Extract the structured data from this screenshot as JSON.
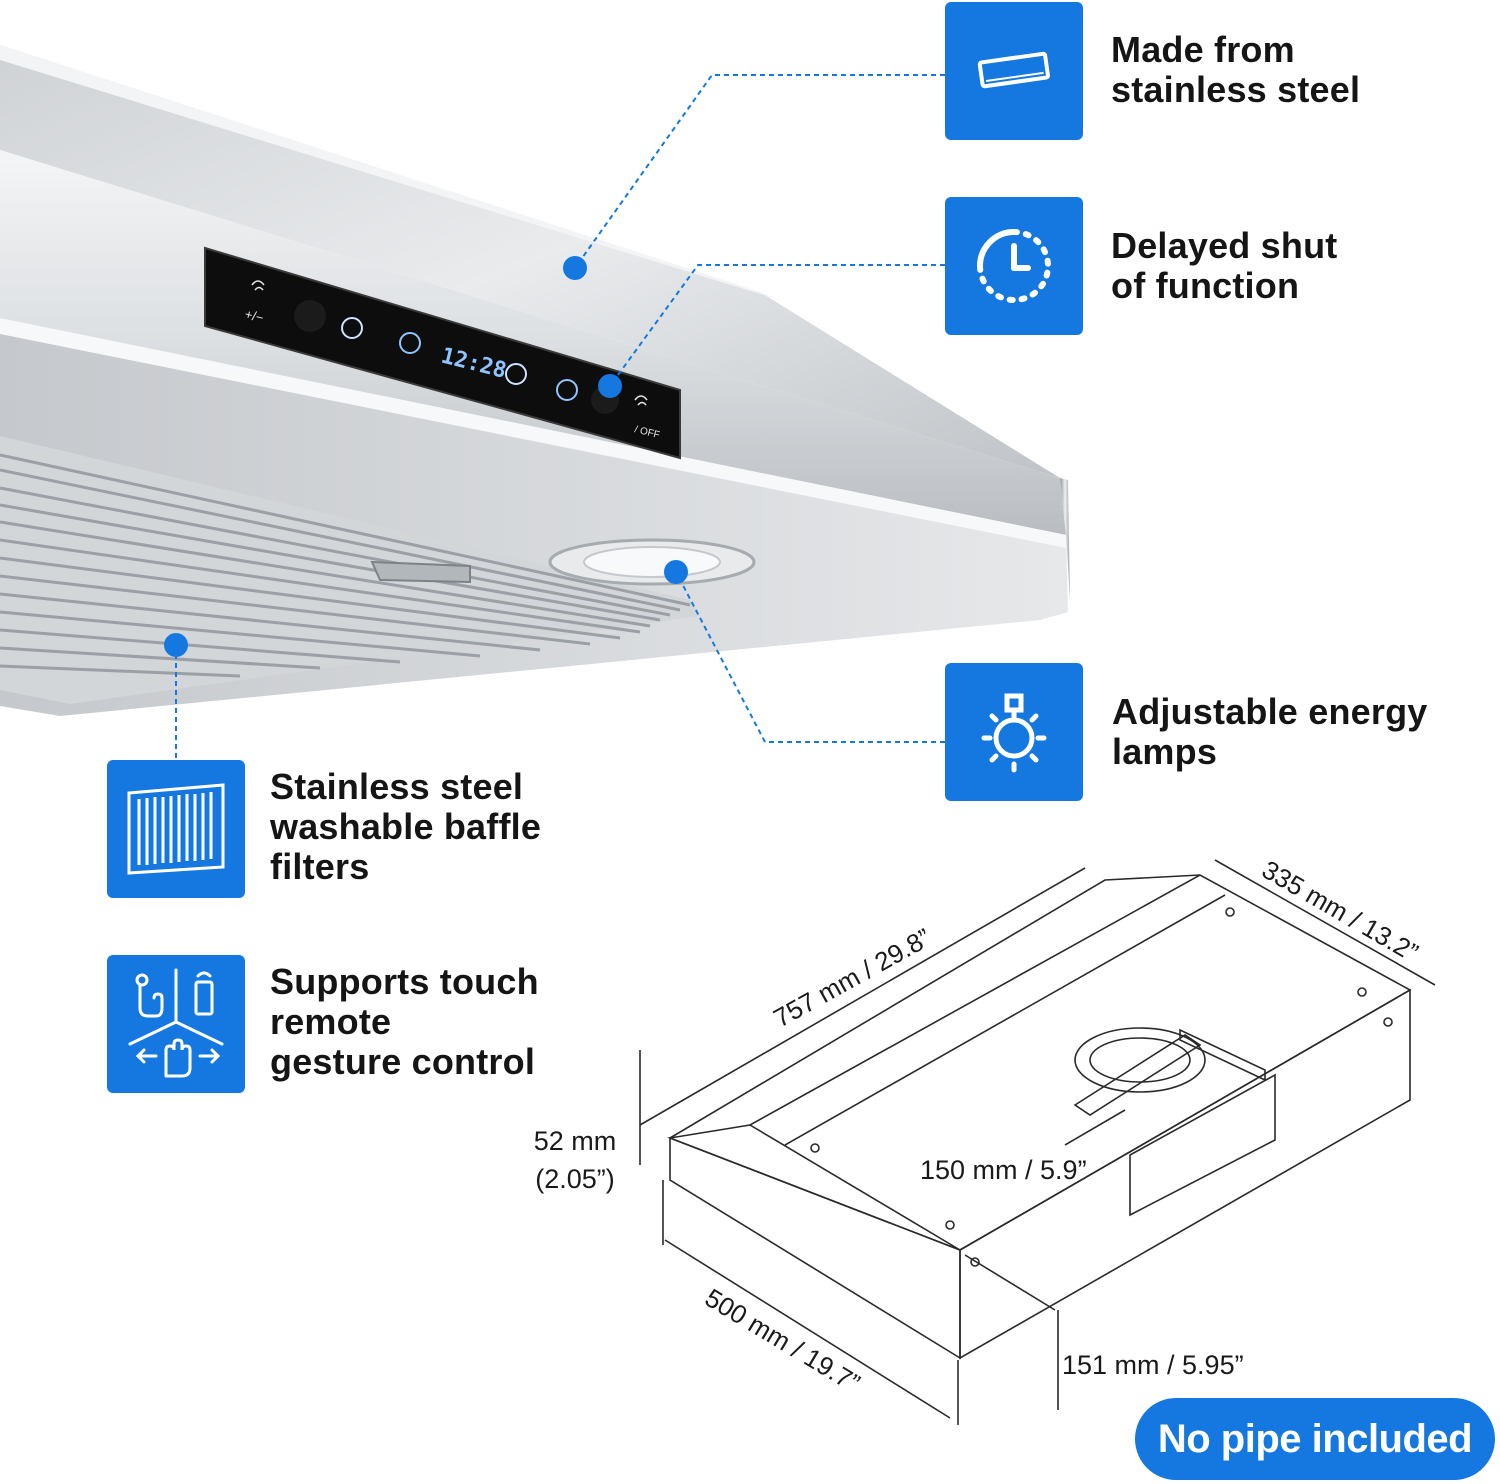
{
  "features": {
    "stainless": {
      "line1": "Made from",
      "line2": "stainless steel",
      "icon": "steel-panel-icon"
    },
    "delay": {
      "line1": "Delayed shut",
      "line2": "of function",
      "icon": "timer-clock-icon"
    },
    "lamps": {
      "line1": "Adjustable energy",
      "line2": "lamps",
      "icon": "lightbulb-icon"
    },
    "filters": {
      "line1": "Stainless steel",
      "line2": "washable baffle",
      "line3": "filters",
      "icon": "baffle-filter-icon"
    },
    "control": {
      "line1": "Supports touch",
      "line2": "remote",
      "line3": "gesture control",
      "icon": "touch-remote-gesture-icon"
    }
  },
  "control_panel": {
    "clock": "12:28",
    "plus_minus": "+/−",
    "power_off": "/ OFF"
  },
  "dimensions": {
    "width": "757 mm / 29.8”",
    "depth_top": "335 mm / 13.2”",
    "front_height_line1": "52 mm",
    "front_height_line2": "(2.05”)",
    "duct": "150 mm / 5.9”",
    "depth_side": "500 mm / 19.7”",
    "back_height": "151 mm / 5.95”"
  },
  "badge": "No pipe included",
  "colors": {
    "accent": "#1478e0",
    "steel": "#d4d7da",
    "panel": "#0d0d0d"
  }
}
